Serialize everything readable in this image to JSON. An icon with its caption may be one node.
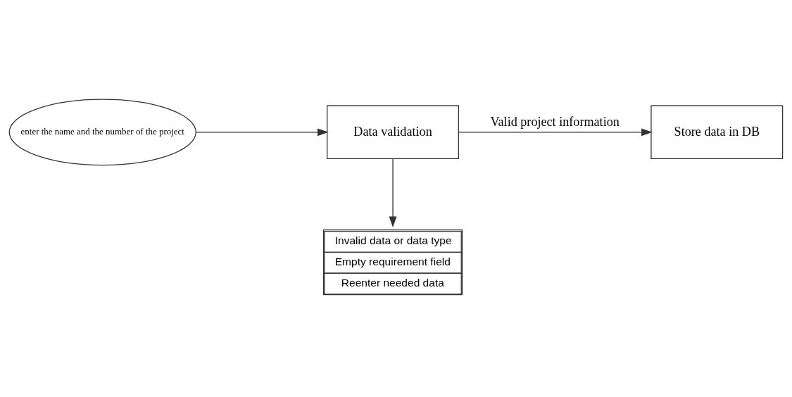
{
  "diagram": {
    "nodes": [
      {
        "text": [
          "enter the name and the number of the project"
        ]
      },
      {
        "text": [
          "Data validation"
        ]
      },
      {
        "text": [
          "Store data in DB"
        ]
      },
      {
        "text": [
          "Invalid data or data type",
          "Empty requirement field",
          "Reenter needed data"
        ]
      }
    ],
    "edges": [
      {
        "from": 0,
        "to": 1,
        "arrow": "to"
      },
      {
        "from": 1,
        "to": 2,
        "arrow": "to",
        "label": "Valid project information"
      },
      {
        "from": 1,
        "to": 3,
        "arrow": "to"
      }
    ]
  }
}
